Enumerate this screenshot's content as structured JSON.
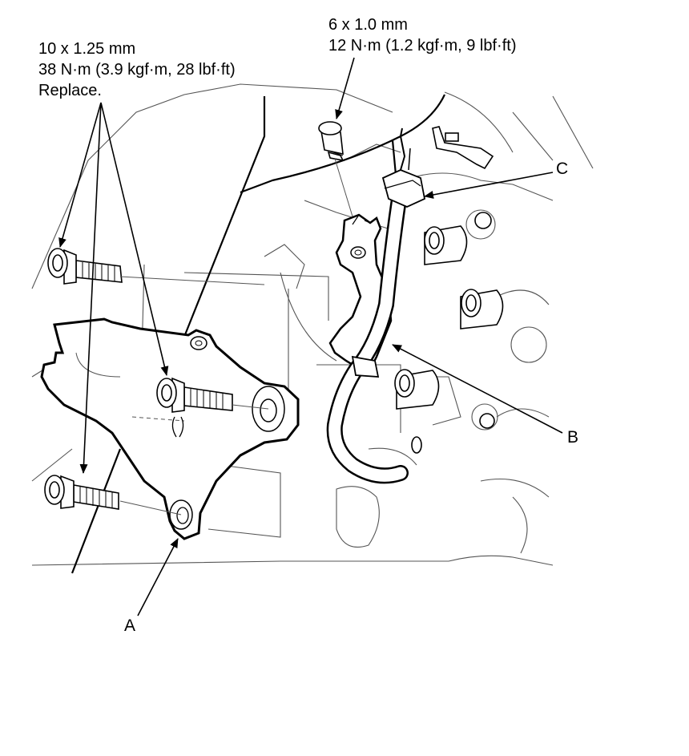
{
  "spec_left": {
    "line1": "10 x 1.25 mm",
    "line2": "38 N·m (3.9 kgf·m, 28 lbf·ft)",
    "line3": "Replace."
  },
  "spec_top": {
    "line1": "6 x 1.0 mm",
    "line2": "12 N·m (1.2 kgf·m, 9 lbf·ft)"
  },
  "callouts": {
    "a": "A",
    "b": "B",
    "c": "C"
  },
  "colors": {
    "ink": "#000000",
    "thin_line": "#555555",
    "background": "#ffffff"
  }
}
